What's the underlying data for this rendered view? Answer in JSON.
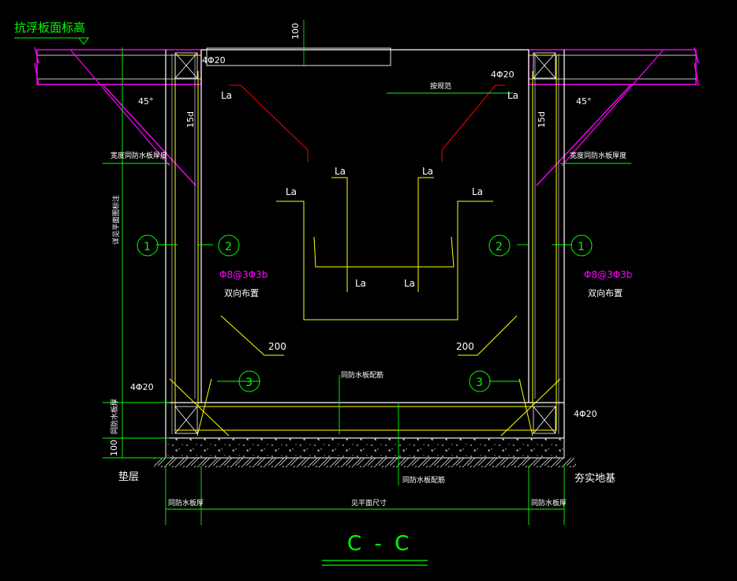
{
  "title": "C - C",
  "labels": {
    "top_elevation": "抗浮板面标高",
    "dim_100_top": "100",
    "rebar_top_left": "4Φ20",
    "rebar_top_right": "4Φ20",
    "rebar_bottom_left": "4Φ20",
    "rebar_bottom_right": "4Φ20",
    "angle_left": "45°",
    "angle_right": "45°",
    "dim_15d_left": "15d",
    "dim_15d_right": "15d",
    "width_note_left": "宽度同防水板厚度",
    "width_note_right": "宽度同防水板厚度",
    "vertical_note": "详见平面图标注",
    "mark_1": "1",
    "mark_2": "2",
    "mark_3": "3",
    "stirrup": "Φ8@3Φ3b",
    "two_way": "双向布置",
    "dim_200": "200",
    "la": "La",
    "bottom_rebar_note": "同防水板配筋",
    "bottom_rebar_note_2": "同防水板配筋",
    "slab_thick_left_v": "同防水板厚",
    "dim_100_left": "100",
    "cushion": "垫层",
    "compacted_ground": "夯实地基",
    "slab_thick_bottom_left": "同防水板厚",
    "slab_thick_bottom_right": "同防水板厚",
    "pit_size": "见平面尺寸",
    "section_mark": "按规范"
  },
  "colors": {
    "green": "#00ff00",
    "yellow": "#ffff00",
    "white": "#ffffff",
    "magenta": "#ff00ff",
    "red": "#ff0000",
    "concrete": "#ffffff"
  }
}
